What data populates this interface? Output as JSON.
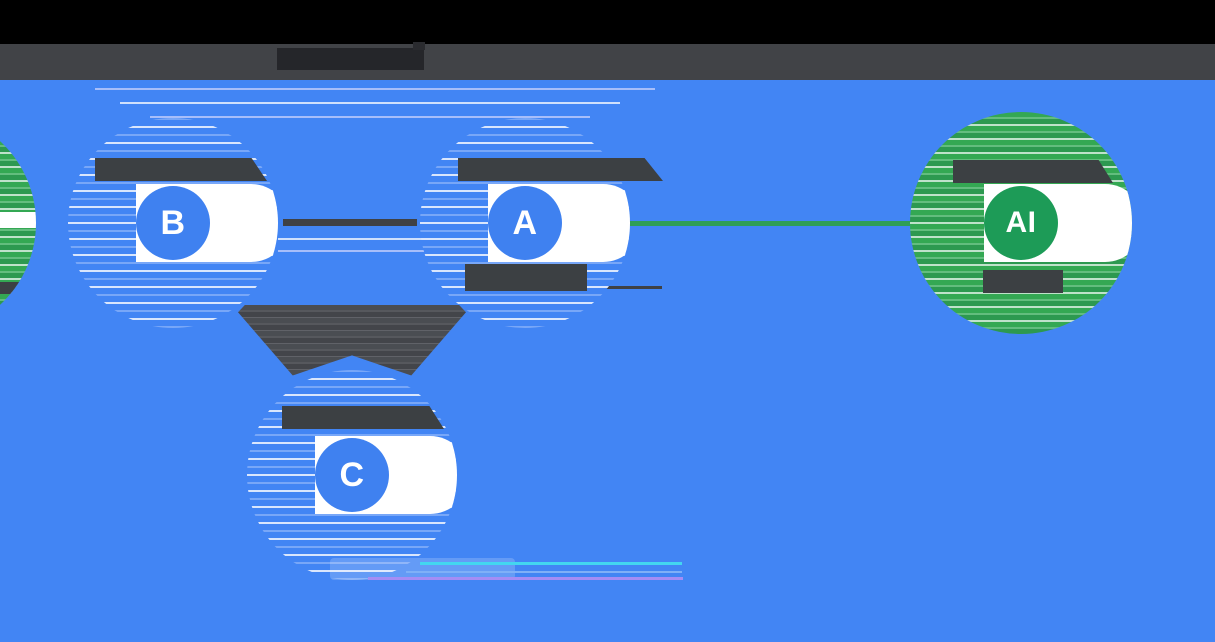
{
  "header": {
    "note": "title bar text is an illegible dark slab in the source pixels"
  },
  "nodes": {
    "b": {
      "letter": "B"
    },
    "a": {
      "letter": "A"
    },
    "c": {
      "letter": "C"
    },
    "ai": {
      "letter": "AI"
    }
  },
  "labels": {
    "above_b": "redacted-slab",
    "above_a": "redacted-slab",
    "above_c": "redacted-slab",
    "above_ai": "redacted-slab",
    "below_a": "redacted-slab",
    "below_ai": "redacted-slab"
  },
  "colors": {
    "background_blue": "#4285f4",
    "node_disc_blue": "#3f81f0",
    "node_disc_green": "#1d9b57",
    "stripe_green": "#34a853",
    "connector_dark": "#3f4145",
    "connector_green": "#2f9e55",
    "slab_dark": "#3c4043",
    "top_band_black": "#000000",
    "top_band_gray": "#414347"
  }
}
